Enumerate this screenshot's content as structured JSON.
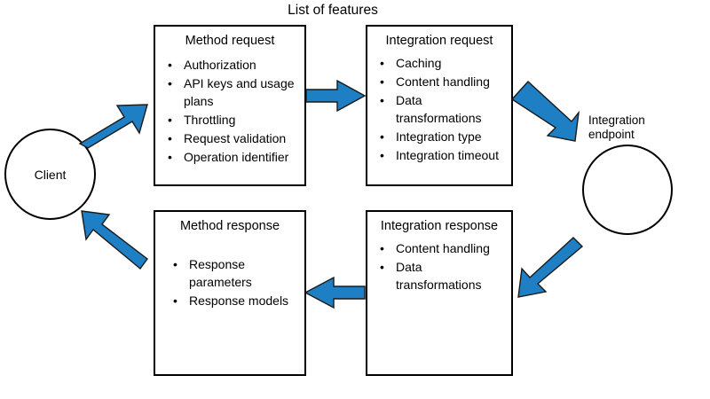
{
  "diagram": {
    "title": "List of features",
    "accent_color": "#1E7FC4",
    "outline_color": "#000000",
    "background_color": "#FFFFFF",
    "nodes": {
      "client": {
        "shape": "circle",
        "label": "Client"
      },
      "method_request": {
        "shape": "rectangle",
        "title": "Method request",
        "items": [
          "Authorization",
          "API keys and usage plans",
          "Throttling",
          "Request validation",
          "Operation identifier"
        ]
      },
      "integration_request": {
        "shape": "rectangle",
        "title": "Integration request",
        "items": [
          "Caching",
          "Content handling",
          "Data transformations",
          "Integration type",
          "Integration timeout"
        ]
      },
      "integration_endpoint": {
        "shape": "circle",
        "label": "Integration endpoint"
      },
      "integration_response": {
        "shape": "rectangle",
        "title": "Integration response",
        "items": [
          "Content handling",
          "Data transformations"
        ]
      },
      "method_response": {
        "shape": "rectangle",
        "title": "Method response",
        "items": [
          "Response parameters",
          "Response models"
        ]
      }
    },
    "arrows": [
      {
        "name": "client-to-method-request",
        "direction": "up-right"
      },
      {
        "name": "method-request-to-integration-request",
        "direction": "right"
      },
      {
        "name": "integration-request-to-endpoint",
        "direction": "down-right"
      },
      {
        "name": "endpoint-to-integration-response",
        "direction": "down-left"
      },
      {
        "name": "integration-response-to-method-response",
        "direction": "left"
      },
      {
        "name": "method-response-to-client",
        "direction": "up-left"
      }
    ]
  }
}
